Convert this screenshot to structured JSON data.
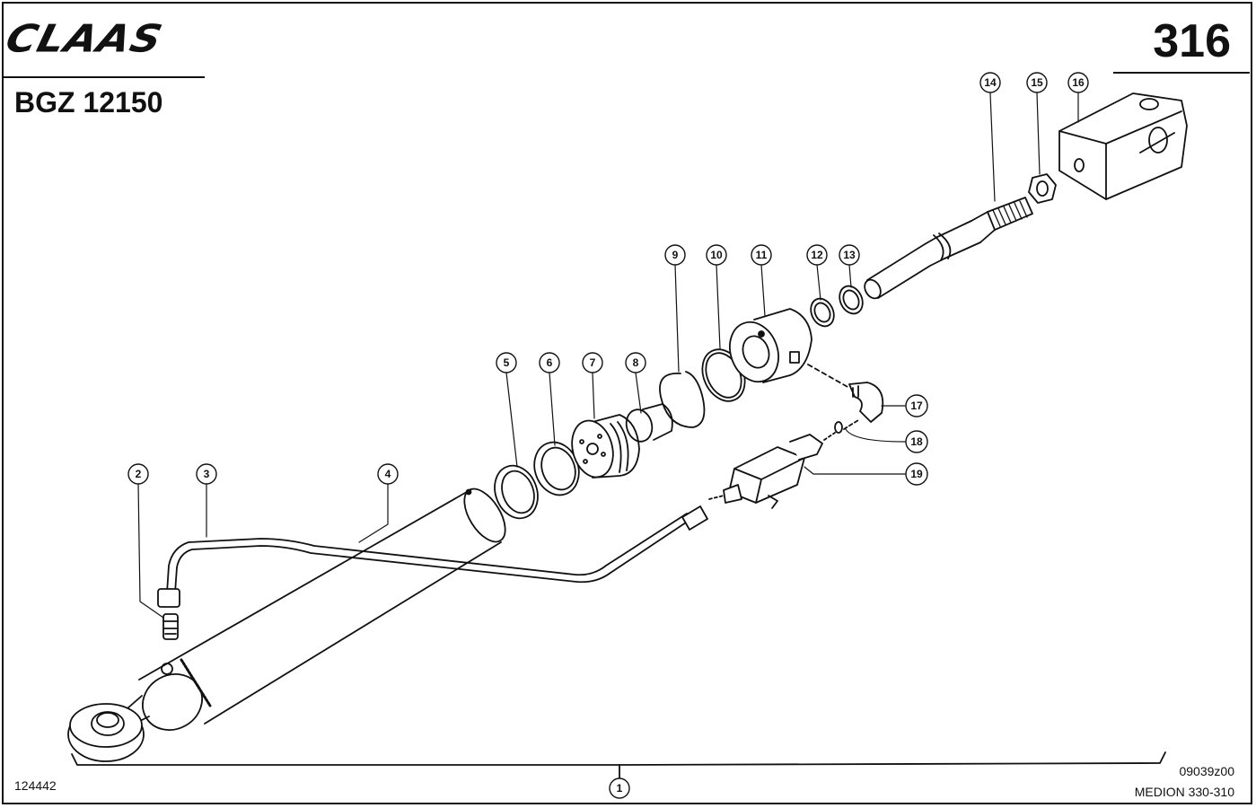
{
  "header": {
    "brand_logo": "CLAAS",
    "page_number": "316",
    "model": "BGZ 12150"
  },
  "footer": {
    "doc_id": "124442",
    "drawing_code": "09039z00",
    "manual_ref": "MEDION 330-310"
  },
  "callouts": [
    "1",
    "2",
    "3",
    "4",
    "5",
    "6",
    "7",
    "8",
    "9",
    "10",
    "11",
    "12",
    "13",
    "14",
    "15",
    "16",
    "17",
    "18",
    "19"
  ]
}
